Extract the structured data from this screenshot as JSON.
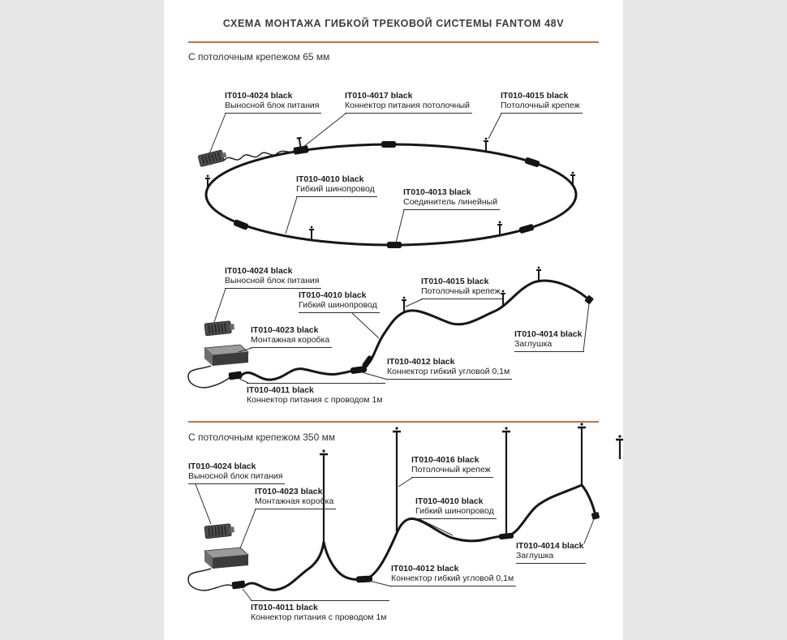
{
  "page": {
    "title": "СХЕМА МОНТАЖА ГИБКОЙ ТРЕКОВОЙ СИСТЕМЫ FANTOM 48V",
    "accent_color": "#bf7245",
    "track_color": "#161616"
  },
  "sections": [
    {
      "heading": "С потолочным крепежом 65 мм"
    },
    {
      "heading": "С потолочным крепежом 350 мм"
    }
  ],
  "diagram1_labels": [
    {
      "code": "IT010-4024 black",
      "desc": "Выносной блок питания"
    },
    {
      "code": "IT010-4017 black",
      "desc": "Коннектор питания потолочный"
    },
    {
      "code": "IT010-4015 black",
      "desc": "Потолочный крепеж"
    },
    {
      "code": "IT010-4010 black",
      "desc": "Гибкий шинопровод"
    },
    {
      "code": "IT010-4013 black",
      "desc": "Соединитель линейный"
    }
  ],
  "diagram2_labels": [
    {
      "code": "IT010-4024 black",
      "desc": "Выносной блок питания"
    },
    {
      "code": "IT010-4010 black",
      "desc": "Гибкий шинопровод"
    },
    {
      "code": "IT010-4015 black",
      "desc": "Потолочный крепеж"
    },
    {
      "code": "IT010-4023 black",
      "desc": "Монтажная коробка"
    },
    {
      "code": "IT010-4014 black",
      "desc": "Заглушка"
    },
    {
      "code": "IT010-4012 black",
      "desc": "Коннектор гибкий угловой 0,1м"
    },
    {
      "code": "IT010-4011 black",
      "desc": "Коннектор питания с проводом 1м"
    }
  ],
  "diagram3_labels": [
    {
      "code": "IT010-4024 black",
      "desc": "Выносной блок питания"
    },
    {
      "code": "IT010-4016 black",
      "desc": "Потолочный крепеж"
    },
    {
      "code": "IT010-4023 black",
      "desc": "Монтажная коробка"
    },
    {
      "code": "IT010-4010 black",
      "desc": "Гибкий шинопровод"
    },
    {
      "code": "IT010-4014 black",
      "desc": "Заглушка"
    },
    {
      "code": "IT010-4012 black",
      "desc": "Коннектор гибкий угловой 0,1м"
    },
    {
      "code": "IT010-4011 black",
      "desc": "Коннектор питания с проводом 1м"
    }
  ]
}
